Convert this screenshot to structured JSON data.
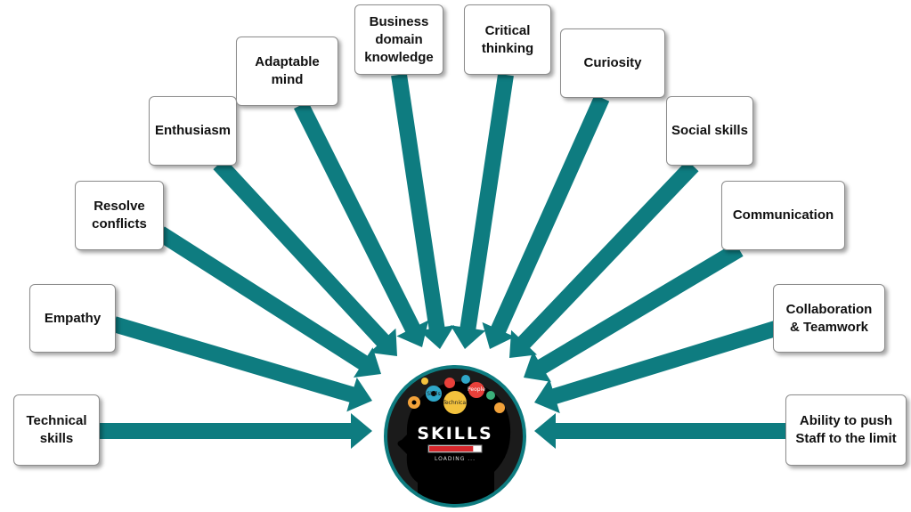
{
  "skills": [
    {
      "id": "technical-skills",
      "label": "Technical\nskills"
    },
    {
      "id": "empathy",
      "label": "Empathy"
    },
    {
      "id": "resolve-conflicts",
      "label": "Resolve\nconflicts"
    },
    {
      "id": "enthusiasm",
      "label": "Enthusiasm"
    },
    {
      "id": "adaptable-mind",
      "label": "Adaptable\nmind"
    },
    {
      "id": "business-domain-knowledge",
      "label": "Business\ndomain\nknowledge"
    },
    {
      "id": "critical-thinking",
      "label": "Critical\nthinking"
    },
    {
      "id": "curiosity",
      "label": "Curiosity"
    },
    {
      "id": "social-skills",
      "label": "Social skills"
    },
    {
      "id": "communication",
      "label": "Communication"
    },
    {
      "id": "collaboration-teamwork",
      "label": "Collaboration\n& Teamwork"
    },
    {
      "id": "ability-to-push",
      "label": "Ability to push\nStaff to the limit"
    }
  ],
  "center": {
    "title": "SKILLS",
    "loading": "LOADING ...",
    "gear_labels": {
      "people": "People",
      "technical": "Technical",
      "skills": "Skills"
    },
    "loading_progress": 0.85
  },
  "colors": {
    "arrow": "#0e7c80",
    "box_border": "#8c8c8c",
    "circle": "#1b1b1b",
    "bar": "#d6262b"
  }
}
